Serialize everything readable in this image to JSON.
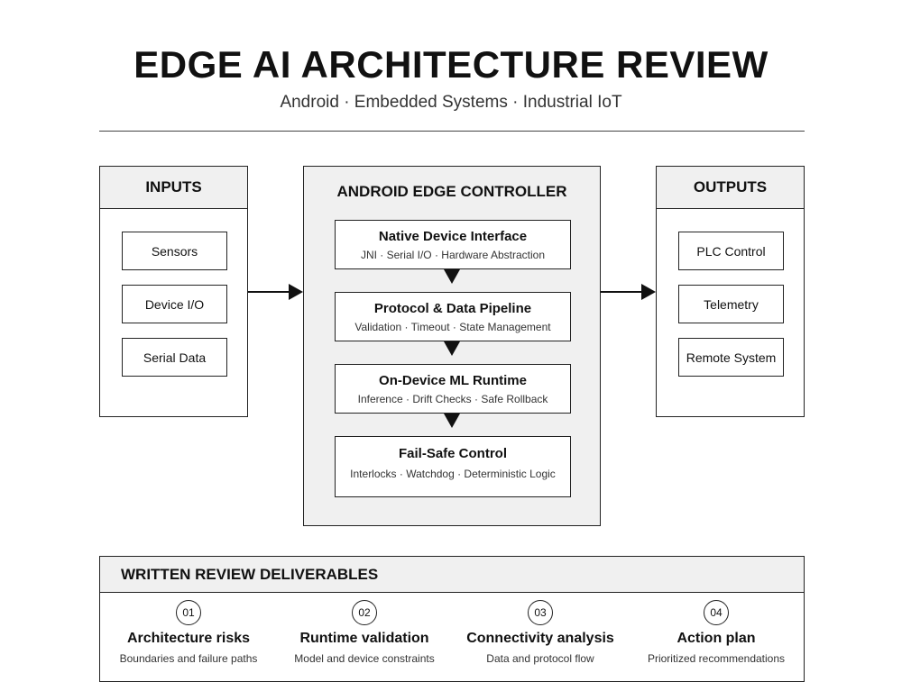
{
  "header": {
    "title": "EDGE AI ARCHITECTURE REVIEW",
    "subtitle": "Android · Embedded Systems · Industrial IoT"
  },
  "inputs": {
    "title": "INPUTS",
    "items": [
      "Sensors",
      "Device I/O",
      "Serial Data"
    ]
  },
  "controller": {
    "title": "ANDROID EDGE CONTROLLER",
    "stages": [
      {
        "title": "Native Device Interface",
        "sub": "JNI · Serial I/O · Hardware Abstraction"
      },
      {
        "title": "Protocol & Data Pipeline",
        "sub": "Validation · Timeout · State Management"
      },
      {
        "title": "On-Device ML Runtime",
        "sub": "Inference · Drift Checks · Safe Rollback"
      },
      {
        "title": "Fail-Safe Control",
        "sub": "Interlocks · Watchdog · Deterministic Logic"
      }
    ]
  },
  "outputs": {
    "title": "OUTPUTS",
    "items": [
      "PLC Control",
      "Telemetry",
      "Remote System"
    ]
  },
  "deliverables": {
    "title": "WRITTEN REVIEW DELIVERABLES",
    "items": [
      {
        "num": "01",
        "title": "Architecture risks",
        "sub": "Boundaries and failure paths"
      },
      {
        "num": "02",
        "title": "Runtime validation",
        "sub": "Model and device constraints"
      },
      {
        "num": "03",
        "title": "Connectivity analysis",
        "sub": "Data and protocol flow"
      },
      {
        "num": "04",
        "title": "Action plan",
        "sub": "Prioritized recommendations"
      }
    ]
  }
}
